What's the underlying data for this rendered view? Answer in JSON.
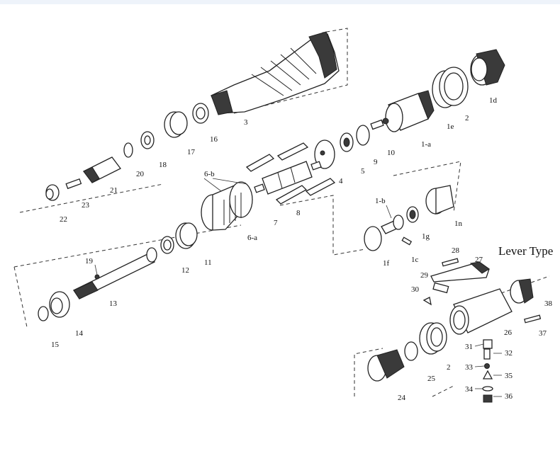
{
  "diagram": {
    "title": "Lever Type",
    "labels": {
      "l1": "3",
      "l2": "2",
      "l3": "1d",
      "l4": "16",
      "l5": "17",
      "l6": "18",
      "l7": "20",
      "l8": "21",
      "l9": "22",
      "l10": "23",
      "l11": "1e",
      "l12": "1-a",
      "l13": "10",
      "l14": "9",
      "l15": "5",
      "l16": "4",
      "l17": "6-b",
      "l18": "7",
      "l19": "8",
      "l20": "6-a",
      "l21": "1-b",
      "l22": "1g",
      "l23": "1n",
      "l24": "1f",
      "l25": "1c",
      "l26": "11",
      "l27": "12",
      "l28": "19",
      "l29": "13",
      "l30": "14",
      "l31": "15",
      "l32": "28",
      "l33": "27",
      "l34": "29",
      "l35": "30",
      "l36": "38",
      "l37": "26",
      "l38": "37",
      "l39": "31",
      "l40": "32",
      "l41": "2",
      "l42": "33",
      "l43": "35",
      "l44": "34",
      "l45": "36",
      "l46": "24",
      "l47": "25"
    }
  }
}
